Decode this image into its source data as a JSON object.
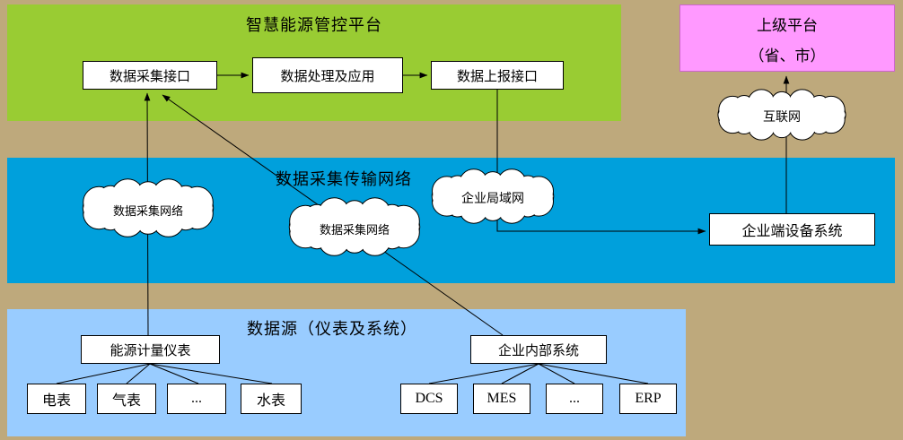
{
  "colors": {
    "background": "#BEA97C",
    "platform_band": "#99CC33",
    "network_band": "#00A0DC",
    "source_band": "#99CCFF",
    "upper_platform": "#FF99FF",
    "box_fill": "#FFFFFF",
    "line": "#000000"
  },
  "platform_band": {
    "title": "智慧能源管控平台",
    "boxes": [
      {
        "label": "数据采集接口"
      },
      {
        "label": "数据处理及应用"
      },
      {
        "label": "数据上报接口"
      }
    ]
  },
  "upper_platform": {
    "title": "上级平台",
    "subtitle": "（省、市）"
  },
  "internet_cloud": {
    "label": "互联网"
  },
  "network_band": {
    "title": "数据采集传输网络",
    "clouds": [
      {
        "label": "数据采集网络"
      },
      {
        "label": "数据采集网络"
      },
      {
        "label": "企业局域网"
      }
    ],
    "device_box": "企业端设备系统"
  },
  "source_band": {
    "title": "数据源（仪表及系统）",
    "meter_parent": "能源计量仪表",
    "system_parent": "企业内部系统",
    "meters": [
      "电表",
      "气表",
      "...",
      "水表"
    ],
    "systems": [
      "DCS",
      "MES",
      "...",
      "ERP"
    ]
  }
}
